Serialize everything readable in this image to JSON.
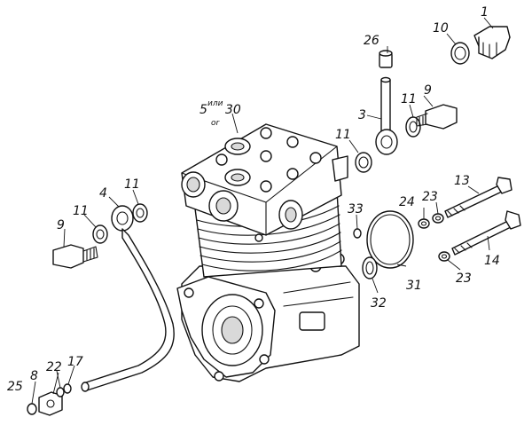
{
  "labels": {
    "l1": "1",
    "l10": "10",
    "l26": "26",
    "l9a": "9",
    "l11a": "11",
    "l3": "3",
    "l5": "5",
    "l_ili": "или",
    "l30": "30",
    "l_or": "or",
    "l11b": "11",
    "l13": "13",
    "l24": "24",
    "l23a": "23",
    "l33": "33",
    "l11c": "11",
    "l4": "4",
    "l11d": "11",
    "l9b": "9",
    "l14": "14",
    "l23b": "23",
    "l31": "31",
    "l32": "32",
    "l25": "25",
    "l8": "8",
    "l22": "22",
    "l17": "17"
  }
}
